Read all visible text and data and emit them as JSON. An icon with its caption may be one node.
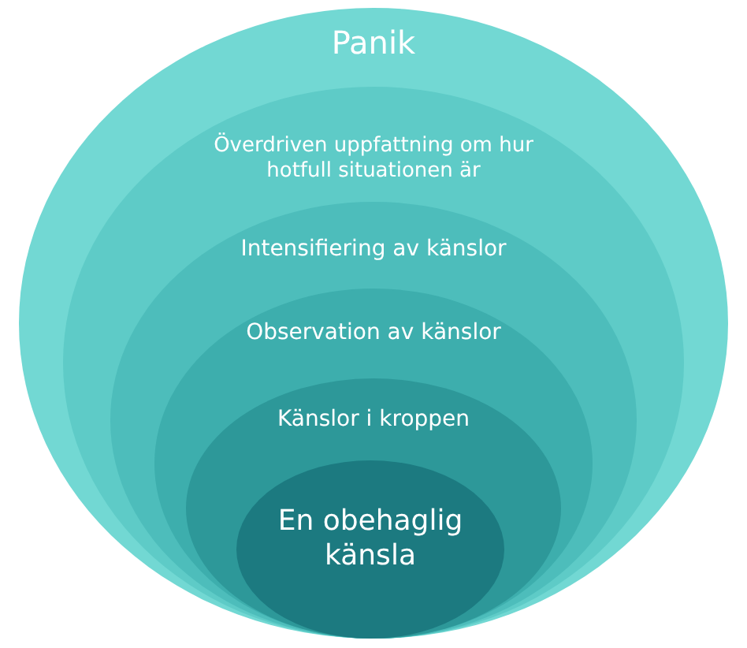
{
  "diagram": {
    "nodes": [
      {
        "text": [
          "Panik"
        ]
      },
      {
        "text": [
          "Överdriven uppfattning om hur hotfull situationen är"
        ],
        "in": 0
      },
      {
        "text": [
          "Intensifiering av känslor"
        ],
        "in": 1
      },
      {
        "text": [
          "Observation av känslor"
        ],
        "in": 2
      },
      {
        "text": [
          "Känslor i kroppen"
        ],
        "in": 3
      },
      {
        "text": [
          "En obehaglig känsla"
        ],
        "in": 4
      }
    ],
    "edges": []
  }
}
